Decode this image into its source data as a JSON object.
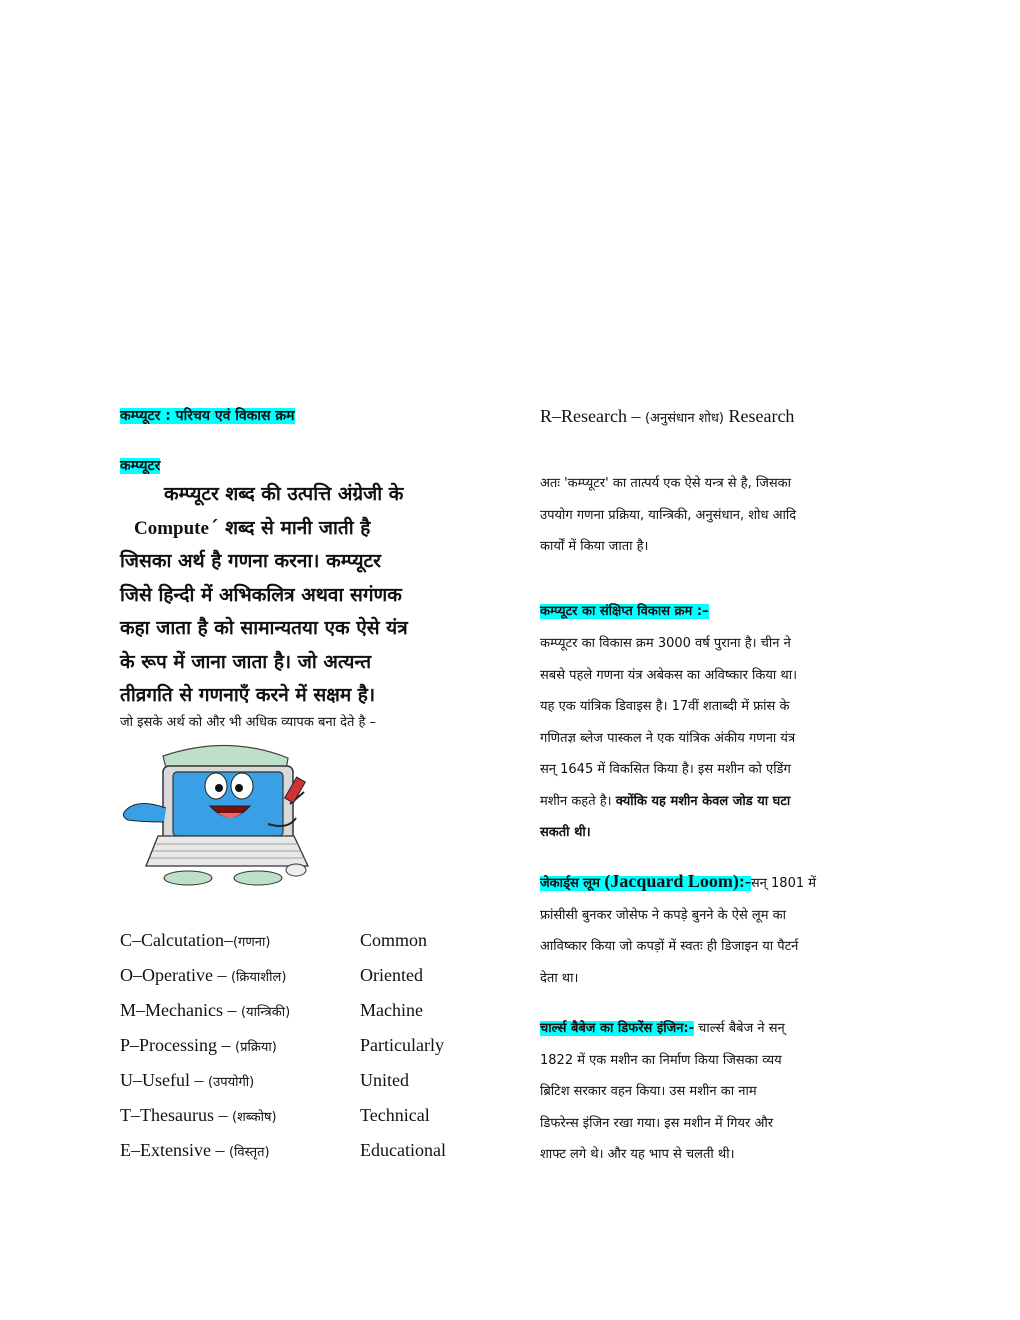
{
  "left": {
    "heading": "कम्प्यूटर : परिचय एवं विकास क्रम",
    "subheading": "कम्प्यूटर",
    "para_lines": [
      "कम्प्यूटर शब्द की उत्पत्ति अंग्रेजी के",
      "Compute  शब्द से मानी जाती है",
      "जिसका अर्थ है गणना करना। कम्प्यूटर",
      "जिसे हिन्दी में   अभिकलित्र अथवा सगंणक",
      "कहा जाता है को सामान्यतया एक ऐसे यंत्र",
      "के रूप में जाना जाता है। जो अत्यन्त",
      "तीव्रगति से गणनाएँ करने में सक्षम है।"
    ],
    "note": "जो इसके अर्थ को और भी अधिक व्यापक बना देते है –"
  },
  "acronym": [
    {
      "word": "C–Calcutation–",
      "hindi": "(गणना)",
      "english": "Common"
    },
    {
      "word": "O–Operative   – ",
      "hindi": "(क्रियाशील)",
      "english": "Oriented"
    },
    {
      "word": "M–Mechanics – ",
      "hindi": "(यान्त्रिकी)",
      "english": "Machine"
    },
    {
      "word": "P–Processing – ",
      "hindi": "(प्रक्रिया)",
      "english": "Particularly"
    },
    {
      "word": "U–Useful       – ",
      "hindi": "(उपयोगी)",
      "english": "United"
    },
    {
      "word": "T–Thesaurus   – ",
      "hindi": "(शब्कोष)",
      "english": "Technical"
    },
    {
      "word": "E–Extensive   – ",
      "hindi": "(विस्तृत)",
      "english": "Educational"
    }
  ],
  "right": {
    "research_word": "R–Research    – ",
    "research_hindi": "(अनुसंधान शोध)",
    "research_en": " Research",
    "para1_lines": [
      "अतः 'कम्प्यूटर' का तात्पर्य एक ऐसे यन्त्र से है, जिसका",
      "उपयोग गणना प्रक्रिया, यान्त्रिकी, अनुसंधान, शोध आदि",
      "कार्यों में किया जाता है।"
    ],
    "heading2": "कम्प्यूटर का संक्षिप्त विकास क्रम :–",
    "para2_lines": [
      "कम्प्यूटर का विकास क्रम 3000 वर्ष पुराना है। चीन ने",
      "सबसे पहले गणना यंत्र अबेकस का अविष्कार किया था।",
      "यह एक यांत्रिक डिवाइस है। 17वीं शताब्दी में फ्रांस के",
      "गणितज्ञ ब्लेज पास्कल ने एक यांत्रिक अंकीय गणना यंत्र",
      "सन् 1645 में विकसित किया है। इस मशीन को एडिंग"
    ],
    "para2_last_normal": "मशीन कहते है। ",
    "para2_last_bold": "क्योंकि यह मशीन केवल जोड या घटा",
    "para2_end_bold": "सकती थी।",
    "jacquard_hindi": "जेकार्ड्स लूम ",
    "jacquard_en": "(Jacquard Loom):-",
    "jacquard_rest": "सन् 1801 में",
    "para3_lines": [
      "फ्रांसीसी बुनकर जोसेफ ने कपड़े बुनने के ऐसे लूम  का",
      "आविष्कार किया जो कपड़ों में स्वतः ही डिजाइन या पैटर्न",
      "देता था।"
    ],
    "babbage_heading": "चार्ल्स बैबेज का डिफरेंस इंजिन:-",
    "babbage_rest": " चार्ल्स बैबेज ने सन्",
    "para4_lines": [
      "1822 में एक मशीन का निर्माण किया जिसका व्यय",
      "ब्रिटिश सरकार वहन किया। उस मशीन का नाम",
      "डिफरेन्स इंजिन रखा गया। इस मशीन में गियर और",
      "शाफ्ट लगे थे। और यह भाप से चलती थी।"
    ]
  },
  "colors": {
    "highlight": "#00ffff",
    "mascot_screen": "#3aa0e6"
  }
}
